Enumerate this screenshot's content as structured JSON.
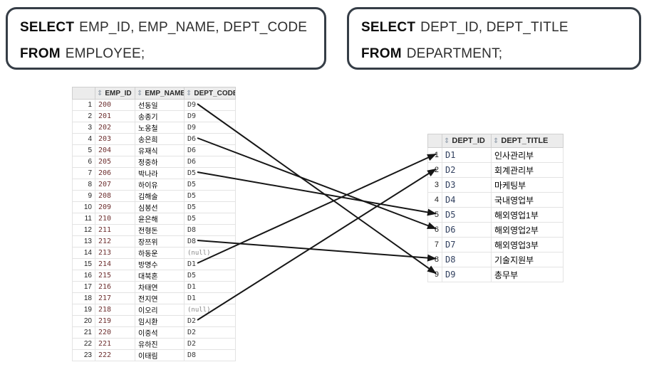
{
  "queries": [
    {
      "name": "employee-query",
      "lines": [
        {
          "keyword": "SELECT",
          "rest": "EMP_ID, EMP_NAME, DEPT_CODE"
        },
        {
          "keyword": "FROM",
          "rest": "EMPLOYEE;"
        }
      ]
    },
    {
      "name": "department-query",
      "lines": [
        {
          "keyword": "SELECT",
          "rest": "DEPT_ID, DEPT_TITLE"
        },
        {
          "keyword": "FROM",
          "rest": "DEPARTMENT;"
        }
      ]
    }
  ],
  "icons": {
    "sort": "⇕"
  },
  "tables": {
    "employee": {
      "columns": [
        "EMP_ID",
        "EMP_NAME",
        "DEPT_CODE"
      ],
      "rows": [
        [
          1,
          "200",
          "선동일",
          "D9"
        ],
        [
          2,
          "201",
          "송종기",
          "D9"
        ],
        [
          3,
          "202",
          "노옹철",
          "D9"
        ],
        [
          4,
          "203",
          "송은희",
          "D6"
        ],
        [
          5,
          "204",
          "유재식",
          "D6"
        ],
        [
          6,
          "205",
          "정중하",
          "D6"
        ],
        [
          7,
          "206",
          "박나라",
          "D5"
        ],
        [
          8,
          "207",
          "하이유",
          "D5"
        ],
        [
          9,
          "208",
          "김해술",
          "D5"
        ],
        [
          10,
          "209",
          "심봉선",
          "D5"
        ],
        [
          11,
          "210",
          "윤은해",
          "D5"
        ],
        [
          12,
          "211",
          "전형돈",
          "D8"
        ],
        [
          13,
          "212",
          "장쯔위",
          "D8"
        ],
        [
          14,
          "213",
          "하동운",
          "(null)"
        ],
        [
          15,
          "214",
          "방명수",
          "D1"
        ],
        [
          16,
          "215",
          "대북혼",
          "D5"
        ],
        [
          17,
          "216",
          "차태연",
          "D1"
        ],
        [
          18,
          "217",
          "전지연",
          "D1"
        ],
        [
          19,
          "218",
          "이오리",
          "(null)"
        ],
        [
          20,
          "219",
          "임시환",
          "D2"
        ],
        [
          21,
          "220",
          "이중석",
          "D2"
        ],
        [
          22,
          "221",
          "유하진",
          "D2"
        ],
        [
          23,
          "222",
          "이태림",
          "D8"
        ]
      ],
      "null_display": "(null)"
    },
    "department": {
      "columns": [
        "DEPT_ID",
        "DEPT_TITLE"
      ],
      "rows": [
        [
          1,
          "D1",
          "인사관리부"
        ],
        [
          2,
          "D2",
          "회계관리부"
        ],
        [
          3,
          "D3",
          "마케팅부"
        ],
        [
          4,
          "D4",
          "국내영업부"
        ],
        [
          5,
          "D5",
          "해외영업1부"
        ],
        [
          6,
          "D6",
          "해외영업2부"
        ],
        [
          7,
          "D7",
          "해외영업3부"
        ],
        [
          8,
          "D8",
          "기술지원부"
        ],
        [
          9,
          "D9",
          "총무부"
        ]
      ]
    }
  },
  "arrows": {
    "mappings": [
      {
        "from_employee_row": 1,
        "to_department_row": 9,
        "code": "D9"
      },
      {
        "from_employee_row": 4,
        "to_department_row": 6,
        "code": "D6"
      },
      {
        "from_employee_row": 7,
        "to_department_row": 5,
        "code": "D5"
      },
      {
        "from_employee_row": 13,
        "to_department_row": 8,
        "code": "D8"
      },
      {
        "from_employee_row": 15,
        "to_department_row": 1,
        "code": "D1"
      },
      {
        "from_employee_row": 20,
        "to_department_row": 2,
        "code": "D2"
      }
    ]
  },
  "colors": {
    "box_border": "#353d46",
    "grid_header_bg": "#ececec",
    "grid_line": "#e3e3e3",
    "grid_outer": "#c9c9c9",
    "arrow": "#161616",
    "number_value": "#6d2f2f",
    "dept_id_value": "#31405f",
    "null_value": "#888888",
    "sort_icon": "#8a97a5"
  }
}
